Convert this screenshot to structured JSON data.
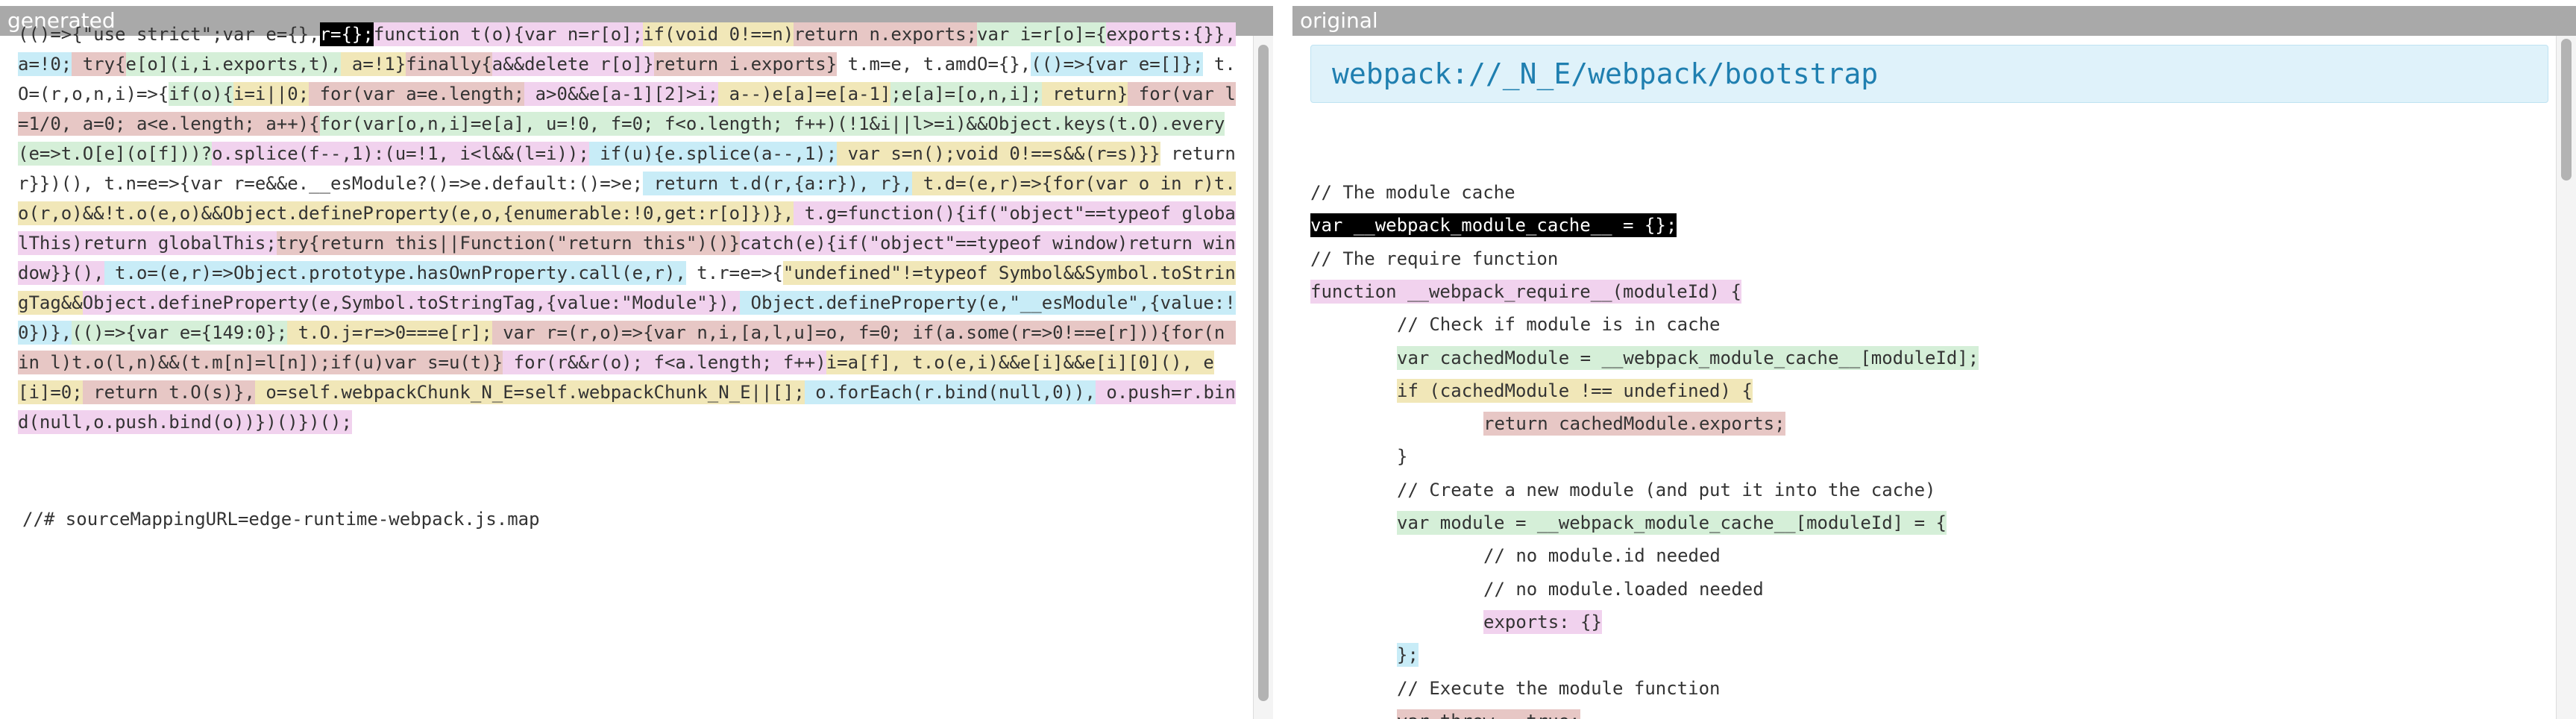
{
  "tabs": {
    "left": "generated",
    "right": "original"
  },
  "generated": {
    "segments": [
      {
        "text": "(()=>{\"use strict\";var e={},",
        "hl": ""
      },
      {
        "text": "r={};",
        "hl": "black"
      },
      {
        "text": "function t(o){var n=r[o];",
        "hl": "purple"
      },
      {
        "text": "if(void 0!==n)",
        "hl": "yellow"
      },
      {
        "text": "return n.exports;",
        "hl": "red"
      },
      {
        "text": "var i=r[o]={",
        "hl": "green"
      },
      {
        "text": "exports:{}},",
        "hl": "purple"
      },
      {
        "text": "a=!0;",
        "hl": "blue"
      },
      {
        "text": " try{",
        "hl": "red"
      },
      {
        "text": "e[o](i,i.exports,t),",
        "hl": "green"
      },
      {
        "text": " a=!1}",
        "hl": "yellow"
      },
      {
        "text": "finally{",
        "hl": "red"
      },
      {
        "text": "a&&delete r[o]}",
        "hl": "purple"
      },
      {
        "text": "return i.exports}",
        "hl": "red"
      },
      {
        "text": " t.m=e, t.amdO={},",
        "hl": ""
      },
      {
        "text": "(()=>{var e=[]};",
        "hl": "blue"
      },
      {
        "text": " t.O=(r,o,n,i)=>{",
        "hl": ""
      },
      {
        "text": "if(o){",
        "hl": "green"
      },
      {
        "text": "i=i||0;",
        "hl": "yellow"
      },
      {
        "text": " for(var a=e.length;",
        "hl": "red"
      },
      {
        "text": " a>0&&e[a-1][2]>i;",
        "hl": "purple"
      },
      {
        "text": " a--)e[a]=e[a-1]",
        "hl": "yellow"
      },
      {
        "text": ";e[a]=[o,n,i];",
        "hl": "green"
      },
      {
        "text": " return}",
        "hl": "yellow"
      },
      {
        "text": " for(var l=1/0, a=0; a<e.length; a++){",
        "hl": "red"
      },
      {
        "text": "for(var[o,n,i]=e[a], u=!0, f=0; f<o.length; f++)(!1&i||l>=i)&&Object.keys(t.O).every(e=>t.O[e](o[f]))?",
        "hl": "green"
      },
      {
        "text": "o.splice(f--,1):(u=!1, i<l&&(l=i));",
        "hl": "purple"
      },
      {
        "text": " if(u){e.splice(a--,1);",
        "hl": "blue"
      },
      {
        "text": " var s=n();void 0!==s&&(r=s)}}",
        "hl": "yellow"
      },
      {
        "text": " return r}})(), t.n=e=>{var r=e&&e.__esModule?()=>e.default:()=>e;",
        "hl": ""
      },
      {
        "text": " return t.d(r,{a:r}), r},",
        "hl": "blue"
      },
      {
        "text": " t.d=(e,r)=>{for(var o in r)t.o(r,o)&&!t.o(e,o)&&Object.defineProperty(e,o,{enumerable:!0,get:r[o]})},",
        "hl": "yellow"
      },
      {
        "text": " t.g=function(){if(\"object\"==typeof globalThis)return globalThis;",
        "hl": "purple"
      },
      {
        "text": "try{return this||Function(\"return this\")()}",
        "hl": "red"
      },
      {
        "text": "catch(e){if(\"object\"==typeof window)return window}}(),",
        "hl": "purple"
      },
      {
        "text": " t.o=(e,r)=>Object.prototype.hasOwnProperty.call(e,r),",
        "hl": "blue"
      },
      {
        "text": " t.r=e=>{",
        "hl": ""
      },
      {
        "text": "\"undefined\"!=typeof Symbol&&Symbol.toStringTag&&",
        "hl": "yellow"
      },
      {
        "text": "Object.defineProperty(e,Symbol.toStringTag,{value:\"Module\"}),",
        "hl": "purple"
      },
      {
        "text": " Object.defineProperty(e,\"__esModule\",{value:!0})},",
        "hl": "blue"
      },
      {
        "text": "(()=>{var e={149:0};",
        "hl": "green"
      },
      {
        "text": " t.O.j=r=>0===e[r];",
        "hl": "yellow"
      },
      {
        "text": " var r=(r,o)=>{var n,i,[a,l,u]=o, f=0; if(a.some(r=>0!==e[r])){for(n in l)t.o(l,n)&&(t.m[n]=l[n]);if(u)var s=u(t)}",
        "hl": "red"
      },
      {
        "text": " for(r&&r(o); f<a.length; f++)",
        "hl": "purple"
      },
      {
        "text": "i=a[f], t.o(e,i)&&e[i]&&e[i][0](), e[i]=0;",
        "hl": "yellow"
      },
      {
        "text": " return t.O(s)},",
        "hl": "red"
      },
      {
        "text": " o=self.webpackChunk_N_E=self.webpackChunk_N_E||[];",
        "hl": "yellow"
      },
      {
        "text": " o.forEach(r.bind(null,0)),",
        "hl": "blue"
      },
      {
        "text": " o.push=r.bind(null,o.push.bind(o))})()})();",
        "hl": "purple"
      }
    ],
    "source_map_comment": "//# sourceMappingURL=edge-runtime-webpack.js.map"
  },
  "original": {
    "file_title": "webpack://_N_E/webpack/bootstrap",
    "lines": [
      {
        "text": "// The module cache",
        "indent": 0,
        "hl": ""
      },
      {
        "text": "var __webpack_module_cache__ = {};",
        "indent": 0,
        "hl": "black"
      },
      {
        "text": "// The require function",
        "indent": 0,
        "hl": ""
      },
      {
        "text": "function __webpack_require__(moduleId) {",
        "indent": 0,
        "hl": "purple"
      },
      {
        "text": "// Check if module is in cache",
        "indent": 1,
        "hl": ""
      },
      {
        "text": "var cachedModule = __webpack_module_cache__[moduleId];",
        "indent": 1,
        "hl": "green"
      },
      {
        "text": "if (cachedModule !== undefined) {",
        "indent": 1,
        "hl": "yellow"
      },
      {
        "text": "return cachedModule.exports;",
        "indent": 2,
        "hl": "red"
      },
      {
        "text": "}",
        "indent": 1,
        "hl": ""
      },
      {
        "text": "// Create a new module (and put it into the cache)",
        "indent": 1,
        "hl": ""
      },
      {
        "text": "var module = __webpack_module_cache__[moduleId] = {",
        "indent": 1,
        "hl": "green"
      },
      {
        "text": "// no module.id needed",
        "indent": 2,
        "hl": ""
      },
      {
        "text": "// no module.loaded needed",
        "indent": 2,
        "hl": ""
      },
      {
        "text": "exports: {}",
        "indent": 2,
        "hl": "purple"
      },
      {
        "text": "};",
        "indent": 1,
        "hl": "blue"
      },
      {
        "text": "// Execute the module function",
        "indent": 1,
        "hl": ""
      },
      {
        "text": "var threw = true;",
        "indent": 1,
        "hl": "red"
      }
    ]
  }
}
